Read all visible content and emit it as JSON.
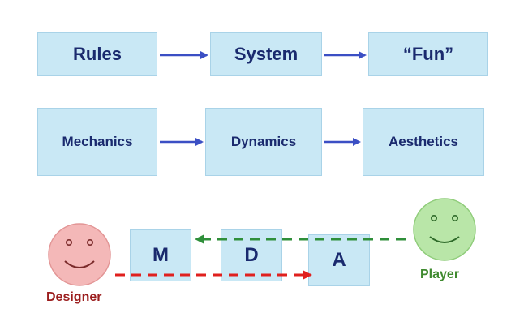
{
  "rows": {
    "top": [
      "Rules",
      "System",
      "“Fun”"
    ],
    "middle": [
      "Mechanics",
      "Dynamics",
      "Aesthetics"
    ],
    "bottom": [
      "M",
      "D",
      "A"
    ]
  },
  "actors": {
    "designer": "Designer",
    "player": "Player"
  },
  "colors": {
    "box_fill": "#c9e8f5",
    "box_border": "#a9d3e8",
    "box_text": "#1a2a6e",
    "arrow_blue": "#3b4fc4",
    "designer_face": "#f4b8b8",
    "designer_red_arrow": "#e0201e",
    "designer_label": "#9b1d1d",
    "player_face": "#b9e6a8",
    "player_green_arrow": "#2f8f3a",
    "player_label": "#3f8a2f"
  }
}
